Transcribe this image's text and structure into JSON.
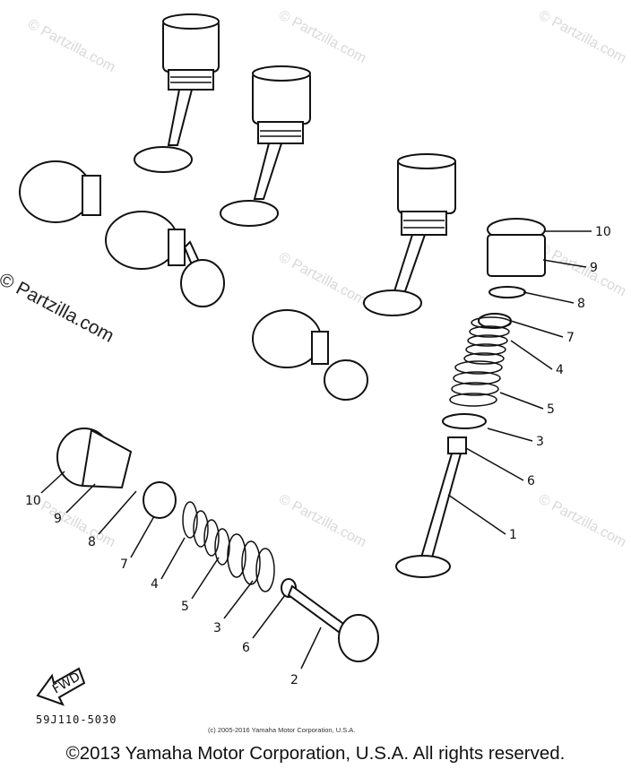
{
  "watermark": {
    "text": "© Partzilla.com"
  },
  "diagram": {
    "part_number": "59J110-5030",
    "fwd_arrow_label": "FWD",
    "small_copyright": "(c) 2005-2016 Yamaha Motor Corporation, U.S.A.",
    "callouts_right": [
      "10",
      "9",
      "8",
      "7",
      "4",
      "5",
      "3",
      "6",
      "1"
    ],
    "callouts_left": [
      "10",
      "9",
      "8",
      "7",
      "4",
      "5",
      "3",
      "6",
      "2"
    ]
  },
  "footer": {
    "copyright": "©2013 Yamaha Motor Corporation, U.S.A. All rights reserved."
  }
}
